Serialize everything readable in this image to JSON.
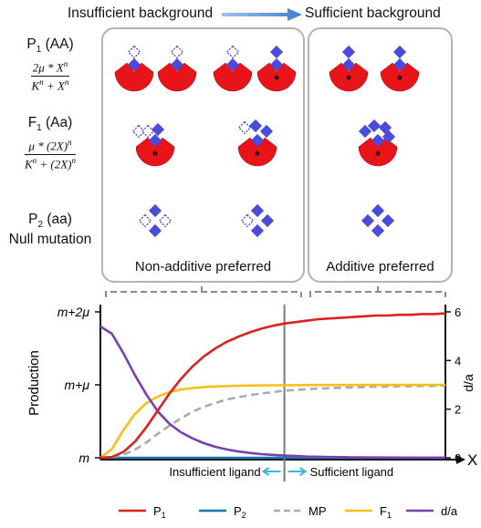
{
  "header": {
    "left": "Insufficient background",
    "right": "Sufficient background"
  },
  "genotypes": {
    "p1": {
      "name": "P",
      "sub": "1",
      "suffix": " (AA)",
      "num": "2μ * X",
      "num_sup": "n",
      "den_a": "K",
      "den_a_sup": "n",
      "den_b": " + X",
      "den_b_sup": "n"
    },
    "f1": {
      "name": "F",
      "sub": "1",
      "suffix": " (Aa)",
      "num": "μ * (2X)",
      "num_sup": "n",
      "den_a": "K",
      "den_a_sup": "n",
      "den_b": " + (2X)",
      "den_b_sup": "n"
    },
    "p2": {
      "name": "P",
      "sub": "2",
      "suffix": " (aa)",
      "line2": "Null mutation"
    }
  },
  "panels": {
    "left_caption": "Non-additive preferred",
    "right_caption": "Additive preferred"
  },
  "colors": {
    "receptor": "#e8141a",
    "ligand": "#4a4bd9",
    "box_border": "#b3b3b3",
    "p1": "#dd2020",
    "p2": "#1a76b8",
    "mp": "#aaaaaa",
    "f1": "#f2c21b",
    "da": "#7a3fb0",
    "arrow": "#38b6e8"
  },
  "chart_data": {
    "type": "line",
    "ylabel": "Production",
    "y2label": "d/a",
    "xlabel": "X",
    "y_ticks": [
      "m",
      "m+μ",
      "m+2μ"
    ],
    "y2_ticks": [
      "0",
      "2",
      "4",
      "6"
    ],
    "y2lim": [
      0,
      6
    ],
    "regions": {
      "left": "Insufficient ligand",
      "right": "Sufficient ligand"
    },
    "divider_x": 0.8,
    "x": [
      0,
      0.05,
      0.1,
      0.15,
      0.2,
      0.25,
      0.3,
      0.35,
      0.4,
      0.45,
      0.5,
      0.55,
      0.6,
      0.65,
      0.7,
      0.75,
      0.8,
      0.85,
      0.9,
      0.95,
      1.0,
      1.05,
      1.1,
      1.15,
      1.2,
      1.25,
      1.3,
      1.35,
      1.4,
      1.45,
      1.5
    ],
    "series": [
      {
        "name": "P",
        "sub": "1",
        "key": "p1",
        "values": [
          0,
          0.01,
          0.08,
          0.22,
          0.42,
          0.65,
          0.88,
          1.08,
          1.25,
          1.39,
          1.5,
          1.59,
          1.66,
          1.72,
          1.77,
          1.81,
          1.84,
          1.86,
          1.88,
          1.9,
          1.91,
          1.92,
          1.93,
          1.94,
          1.95,
          1.95,
          1.96,
          1.96,
          1.97,
          1.97,
          1.98
        ]
      },
      {
        "name": "P",
        "sub": "2",
        "key": "p2",
        "values": [
          0,
          0,
          0,
          0,
          0,
          0,
          0,
          0,
          0,
          0,
          0,
          0,
          0,
          0,
          0,
          0,
          0,
          0,
          0,
          0,
          0,
          0,
          0,
          0,
          0,
          0,
          0,
          0,
          0,
          0,
          0
        ]
      },
      {
        "name": "MP",
        "sub": "",
        "key": "mp",
        "values": [
          0,
          0.01,
          0.04,
          0.11,
          0.21,
          0.33,
          0.44,
          0.54,
          0.63,
          0.7,
          0.75,
          0.8,
          0.83,
          0.86,
          0.88,
          0.9,
          0.92,
          0.93,
          0.94,
          0.95,
          0.955,
          0.96,
          0.965,
          0.97,
          0.975,
          0.975,
          0.98,
          0.98,
          0.985,
          0.985,
          0.99
        ]
      },
      {
        "name": "F",
        "sub": "1",
        "key": "f1",
        "values": [
          0,
          0.12,
          0.38,
          0.6,
          0.75,
          0.84,
          0.9,
          0.935,
          0.955,
          0.97,
          0.978,
          0.983,
          0.987,
          0.99,
          0.992,
          0.994,
          0.995,
          0.996,
          0.997,
          0.997,
          0.998,
          0.998,
          0.998,
          0.999,
          0.999,
          0.999,
          0.999,
          0.999,
          0.999,
          1.0,
          1.0
        ]
      },
      {
        "name": "d/a",
        "sub": "",
        "key": "da",
        "axis": "right",
        "values": [
          5.4,
          5.1,
          4.3,
          3.4,
          2.6,
          1.9,
          1.4,
          1.05,
          0.8,
          0.6,
          0.45,
          0.34,
          0.26,
          0.2,
          0.15,
          0.12,
          0.09,
          0.07,
          0.05,
          0.04,
          0.03,
          0.025,
          0.02,
          0.015,
          0.01,
          0.01,
          0.008,
          0.006,
          0.005,
          0.004,
          0.003
        ]
      }
    ]
  }
}
